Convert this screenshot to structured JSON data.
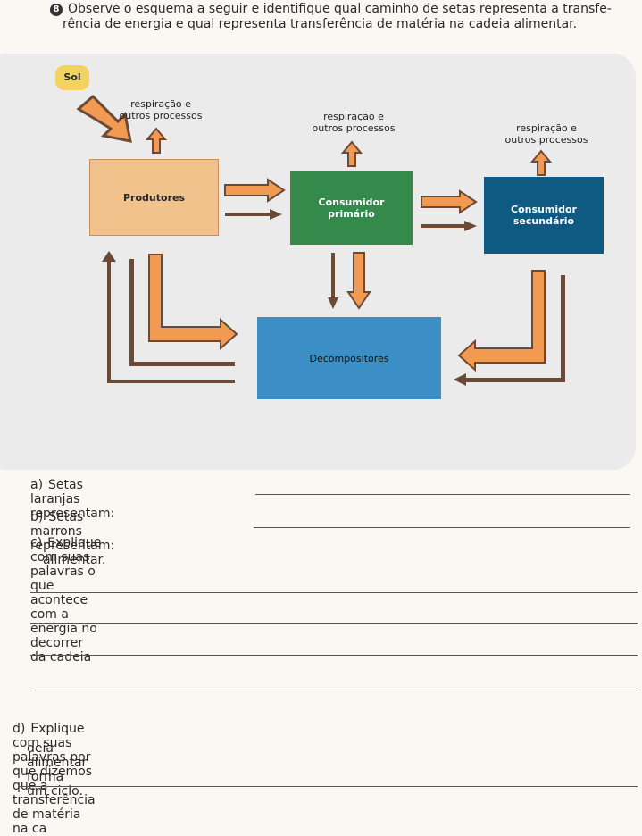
{
  "question": {
    "number": "8",
    "line1": "Observe o esquema a seguir e identifique qual caminho de setas representa a transfe-",
    "line2": "rência de energia e qual representa transferência de matéria na cadeia alimentar."
  },
  "diagram": {
    "sun": "Sol",
    "resp_producers": [
      "respiração e",
      "outros processos"
    ],
    "resp_primary": [
      "respiração e",
      "outros processos"
    ],
    "resp_secondary": [
      "respiração e",
      "outros processos"
    ],
    "producers": "Produtores",
    "primary": [
      "Consumidor",
      "primário"
    ],
    "secondary": [
      "Consumidor",
      "secundário"
    ],
    "decomposers": "Decompositores",
    "colors": {
      "orange_arrow": "#f29a52",
      "brown_arrow": "#6b4a37",
      "producers_box": "#f2c28c",
      "primary_box": "#348a4b",
      "secondary_box": "#0f5a83",
      "decomposers_box": "#3c8fc6",
      "sun_label": "#f3d35f"
    }
  },
  "items": {
    "a": {
      "letter": "a)",
      "text": "Setas laranjas representam:"
    },
    "b": {
      "letter": "b)",
      "text": "Setas marrons representam:"
    },
    "c": {
      "letter": "c)",
      "line1": "Explique com suas palavras o que acontece com a energia no decorrer da cadeia",
      "line2": "alimentar."
    },
    "d": {
      "letter": "d)",
      "line1": "Explique com suas palavras por que dizemos que a transferência de matéria na ca",
      "line2": "deia alimentar forma um ciclo."
    }
  }
}
